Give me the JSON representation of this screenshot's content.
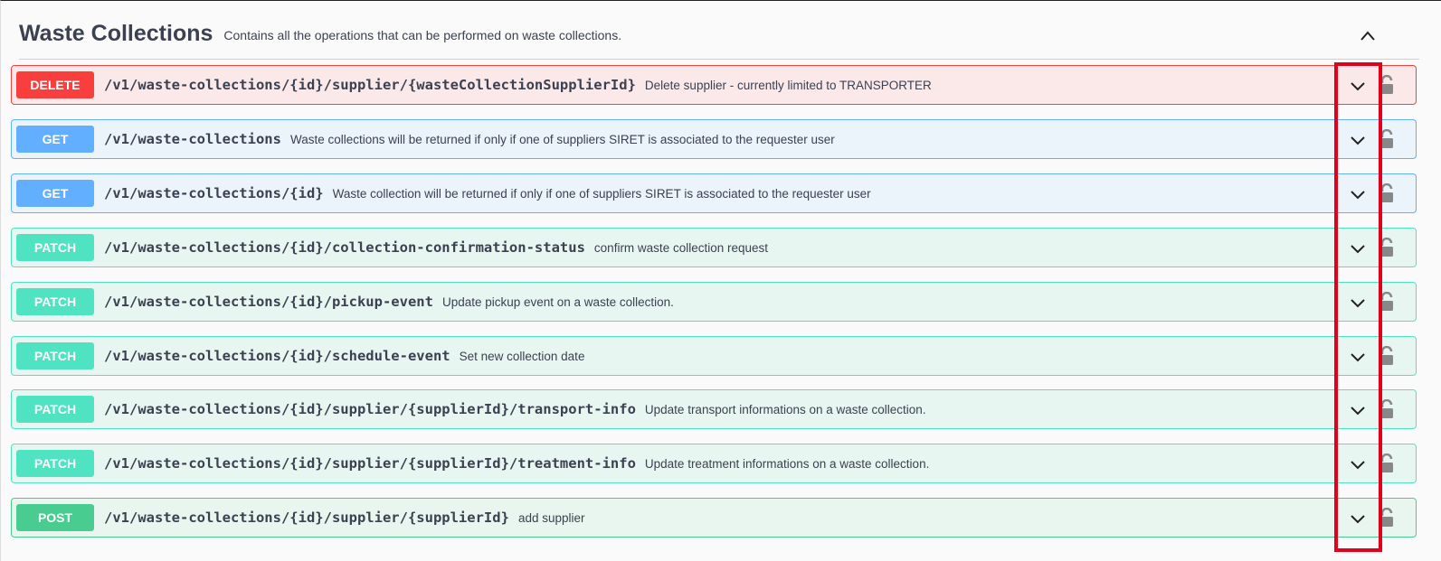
{
  "section": {
    "title": "Waste Collections",
    "description": "Contains all the operations that can be performed on waste collections."
  },
  "operations": [
    {
      "method": "DELETE",
      "path": "/v1/waste-collections/{id}/supplier/{wasteCollectionSupplierId}",
      "summary": "Delete supplier - currently limited to TRANSPORTER"
    },
    {
      "method": "GET",
      "path": "/v1/waste-collections",
      "summary": "Waste collections will be returned if only if one of suppliers SIRET is associated to the requester user"
    },
    {
      "method": "GET",
      "path": "/v1/waste-collections/{id}",
      "summary": "Waste collection will be returned if only if one of suppliers SIRET is associated to the requester user"
    },
    {
      "method": "PATCH",
      "path": "/v1/waste-collections/{id}/collection-confirmation-status",
      "summary": "confirm waste collection request"
    },
    {
      "method": "PATCH",
      "path": "/v1/waste-collections/{id}/pickup-event",
      "summary": "Update pickup event on a waste collection."
    },
    {
      "method": "PATCH",
      "path": "/v1/waste-collections/{id}/schedule-event",
      "summary": "Set new collection date"
    },
    {
      "method": "PATCH",
      "path": "/v1/waste-collections/{id}/supplier/{supplierId}/transport-info",
      "summary": "Update transport informations on a waste collection."
    },
    {
      "method": "PATCH",
      "path": "/v1/waste-collections/{id}/supplier/{supplierId}/treatment-info",
      "summary": "Update treatment informations on a waste collection."
    },
    {
      "method": "POST",
      "path": "/v1/waste-collections/{id}/supplier/{supplierId}",
      "summary": "add supplier"
    }
  ],
  "icons": {
    "collapse": "chevron-up-icon",
    "expand": "chevron-down-icon",
    "lock": "unlocked-padlock-icon"
  },
  "colors": {
    "delete": "#f93e3e",
    "get": "#61affe",
    "patch": "#50e3c2",
    "post": "#49cc90",
    "highlight": "#e2001a"
  }
}
